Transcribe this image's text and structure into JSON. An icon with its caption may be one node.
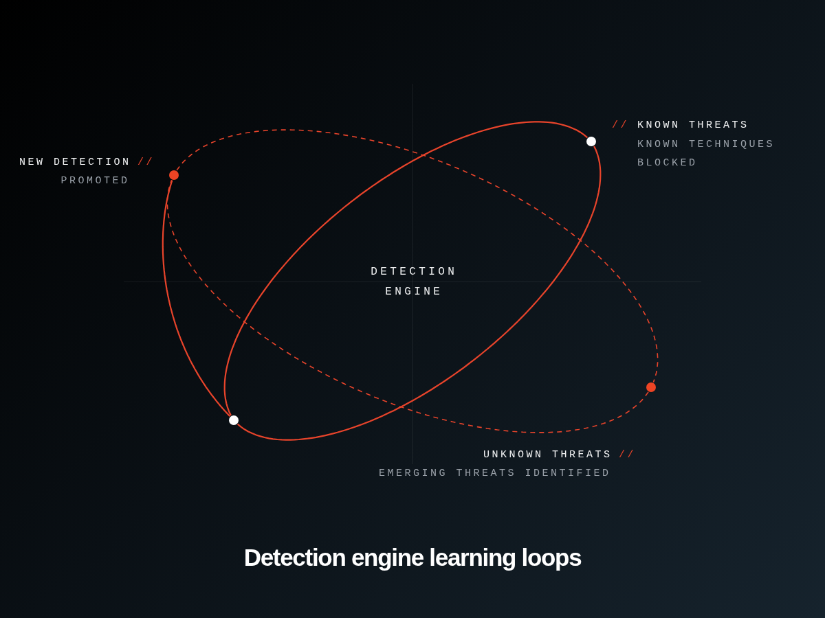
{
  "diagram": {
    "title": "Detection engine learning loops",
    "nodes": [
      {
        "text": [],
        "shape": "circle",
        "beside": [
          "//",
          "KNOWN THREATS",
          "KNOWN TECHNIQUES BLOCKED"
        ]
      },
      {
        "text": [],
        "shape": "circle",
        "beside": [
          "NEW DETECTION",
          "//",
          "PROMOTED"
        ]
      },
      {
        "text": [],
        "shape": "circle",
        "beside": [
          "UNKNOWN THREATS",
          "//",
          "EMERGING THREATS IDENTIFIED"
        ]
      },
      {
        "text": [],
        "shape": "circle"
      }
    ],
    "edges": [
      {
        "from": 1,
        "to": 3,
        "arrow": "none"
      },
      {
        "from": 3,
        "to": 0,
        "arrow": "none"
      },
      {
        "from": 0,
        "to": 3,
        "arrow": "none"
      },
      {
        "from": 1,
        "to": 2,
        "arrow": "none",
        "style": "dashed"
      },
      {
        "from": 2,
        "to": 1,
        "arrow": "none",
        "style": "dashed"
      }
    ],
    "labels": [
      "DETECTION ENGINE"
    ]
  }
}
